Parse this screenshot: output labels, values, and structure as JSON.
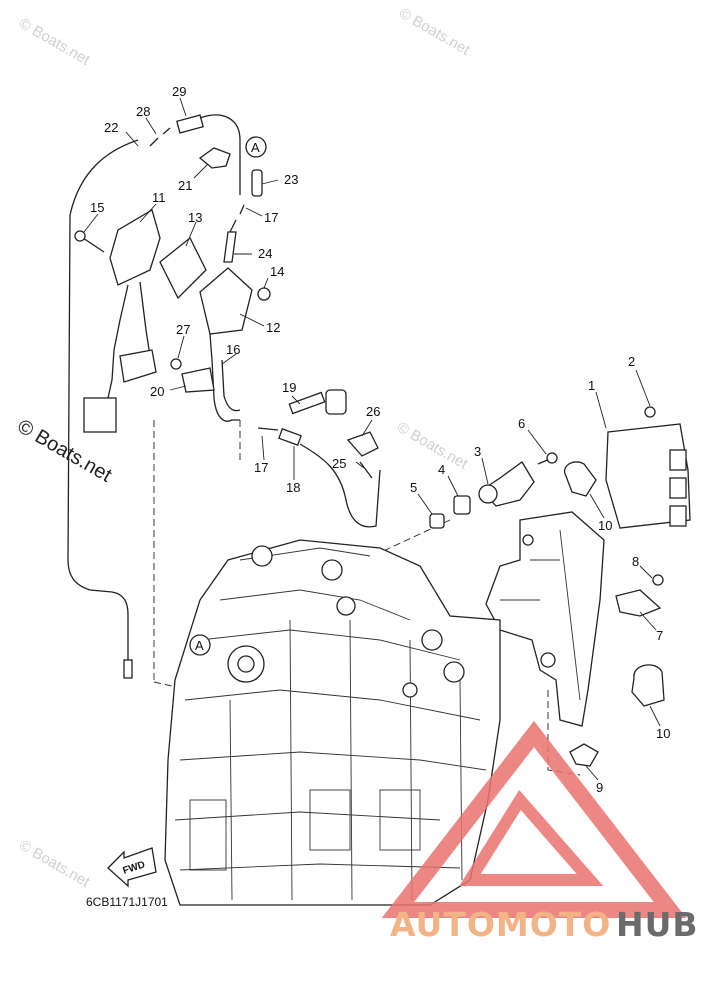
{
  "watermark": {
    "small": "© Boats.net",
    "large": "© Boats.net"
  },
  "callouts": [
    "1",
    "2",
    "3",
    "4",
    "5",
    "6",
    "7",
    "8",
    "9",
    "10",
    "10",
    "11",
    "12",
    "13",
    "14",
    "15",
    "16",
    "17",
    "17",
    "18",
    "19",
    "20",
    "21",
    "22",
    "23",
    "24",
    "25",
    "26",
    "27",
    "28",
    "29"
  ],
  "labels": {
    "circle_a_top": "A",
    "circle_a_bottom": "A",
    "fwd": "FWD",
    "drawing_code": "6CB1171J1701"
  },
  "brand": {
    "part1": "AUTOMOTO",
    "part2": "HUB",
    "color_light": "#f2b487",
    "color_dark": "#6b6b6b",
    "logo_color": "#e9736f"
  }
}
